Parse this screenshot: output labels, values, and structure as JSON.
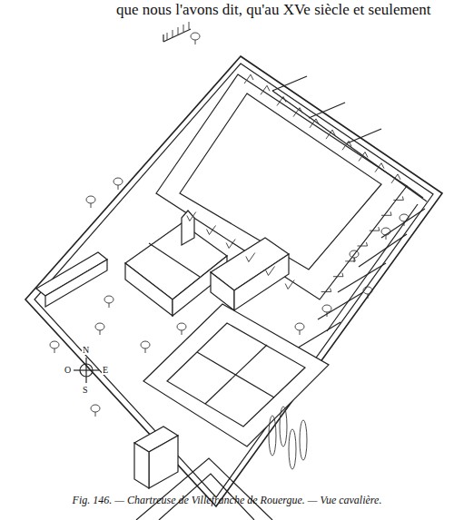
{
  "diagram": {
    "caption": "Fig. 146. — Chartreuse de Villefranche de Rouergue. — Vue cavalière.",
    "labels": [
      "que nous l'avons dit, qu'au XVe siècle et seulement",
      "N",
      "E",
      "S",
      "O"
    ]
  }
}
